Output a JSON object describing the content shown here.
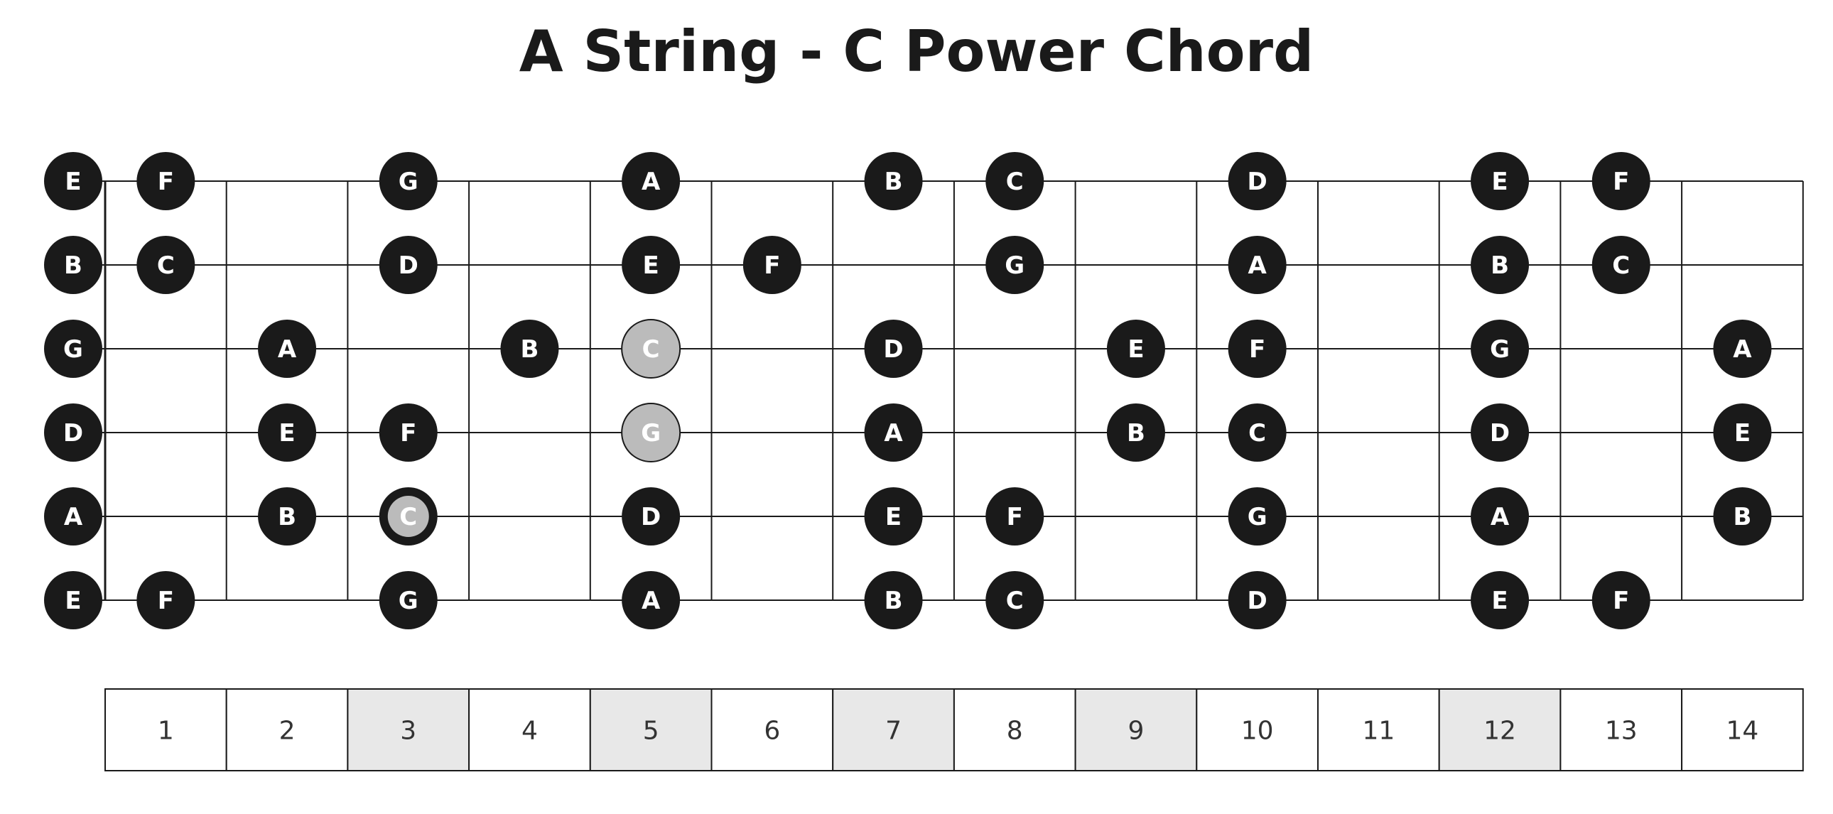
{
  "title": "A String - C Power Chord",
  "fretboard": {
    "strings": [
      "E",
      "B",
      "G",
      "D",
      "A",
      "E"
    ],
    "fret_count": 14,
    "open_notes": [
      "E",
      "B",
      "G",
      "D",
      "A",
      "E"
    ],
    "notes": [
      {
        "string": 1,
        "fret": 1,
        "label": "F"
      },
      {
        "string": 1,
        "fret": 3,
        "label": "G"
      },
      {
        "string": 1,
        "fret": 5,
        "label": "A"
      },
      {
        "string": 1,
        "fret": 7,
        "label": "B"
      },
      {
        "string": 1,
        "fret": 8,
        "label": "C"
      },
      {
        "string": 1,
        "fret": 10,
        "label": "D"
      },
      {
        "string": 1,
        "fret": 12,
        "label": "E"
      },
      {
        "string": 1,
        "fret": 13,
        "label": "F"
      },
      {
        "string": 2,
        "fret": 1,
        "label": "C"
      },
      {
        "string": 2,
        "fret": 3,
        "label": "D"
      },
      {
        "string": 2,
        "fret": 5,
        "label": "E"
      },
      {
        "string": 2,
        "fret": 6,
        "label": "F"
      },
      {
        "string": 2,
        "fret": 8,
        "label": "G"
      },
      {
        "string": 2,
        "fret": 10,
        "label": "A"
      },
      {
        "string": 2,
        "fret": 12,
        "label": "B"
      },
      {
        "string": 2,
        "fret": 13,
        "label": "C"
      },
      {
        "string": 3,
        "fret": 2,
        "label": "A"
      },
      {
        "string": 3,
        "fret": 4,
        "label": "B"
      },
      {
        "string": 3,
        "fret": 5,
        "label": "C",
        "highlight": "chord"
      },
      {
        "string": 3,
        "fret": 7,
        "label": "D"
      },
      {
        "string": 3,
        "fret": 9,
        "label": "E"
      },
      {
        "string": 3,
        "fret": 10,
        "label": "F"
      },
      {
        "string": 3,
        "fret": 12,
        "label": "G"
      },
      {
        "string": 3,
        "fret": 14,
        "label": "A"
      },
      {
        "string": 4,
        "fret": 2,
        "label": "E"
      },
      {
        "string": 4,
        "fret": 3,
        "label": "F"
      },
      {
        "string": 4,
        "fret": 5,
        "label": "G",
        "highlight": "chord"
      },
      {
        "string": 4,
        "fret": 7,
        "label": "A"
      },
      {
        "string": 4,
        "fret": 9,
        "label": "B"
      },
      {
        "string": 4,
        "fret": 10,
        "label": "C"
      },
      {
        "string": 4,
        "fret": 12,
        "label": "D"
      },
      {
        "string": 4,
        "fret": 14,
        "label": "E"
      },
      {
        "string": 5,
        "fret": 2,
        "label": "B"
      },
      {
        "string": 5,
        "fret": 3,
        "label": "C",
        "highlight": "root"
      },
      {
        "string": 5,
        "fret": 5,
        "label": "D"
      },
      {
        "string": 5,
        "fret": 7,
        "label": "E"
      },
      {
        "string": 5,
        "fret": 8,
        "label": "F"
      },
      {
        "string": 5,
        "fret": 10,
        "label": "G"
      },
      {
        "string": 5,
        "fret": 12,
        "label": "A"
      },
      {
        "string": 5,
        "fret": 14,
        "label": "B"
      },
      {
        "string": 6,
        "fret": 1,
        "label": "F"
      },
      {
        "string": 6,
        "fret": 3,
        "label": "G"
      },
      {
        "string": 6,
        "fret": 5,
        "label": "A"
      },
      {
        "string": 6,
        "fret": 7,
        "label": "B"
      },
      {
        "string": 6,
        "fret": 8,
        "label": "C"
      },
      {
        "string": 6,
        "fret": 10,
        "label": "D"
      },
      {
        "string": 6,
        "fret": 12,
        "label": "E"
      },
      {
        "string": 6,
        "fret": 13,
        "label": "F"
      }
    ]
  },
  "fret_numbers": [
    "1",
    "2",
    "3",
    "4",
    "5",
    "6",
    "7",
    "8",
    "9",
    "10",
    "11",
    "12",
    "13",
    "14"
  ],
  "marked_frets": [
    3,
    5,
    7,
    9,
    12
  ],
  "colors": {
    "note_fill": "#1a1a1a",
    "note_text": "#ffffff",
    "highlight_fill": "#bbbbbb",
    "highlight_stroke": "#1a1a1a",
    "line": "#1a1a1a",
    "marker_fill": "#e8e8e8",
    "title": "#1a1a1a"
  }
}
